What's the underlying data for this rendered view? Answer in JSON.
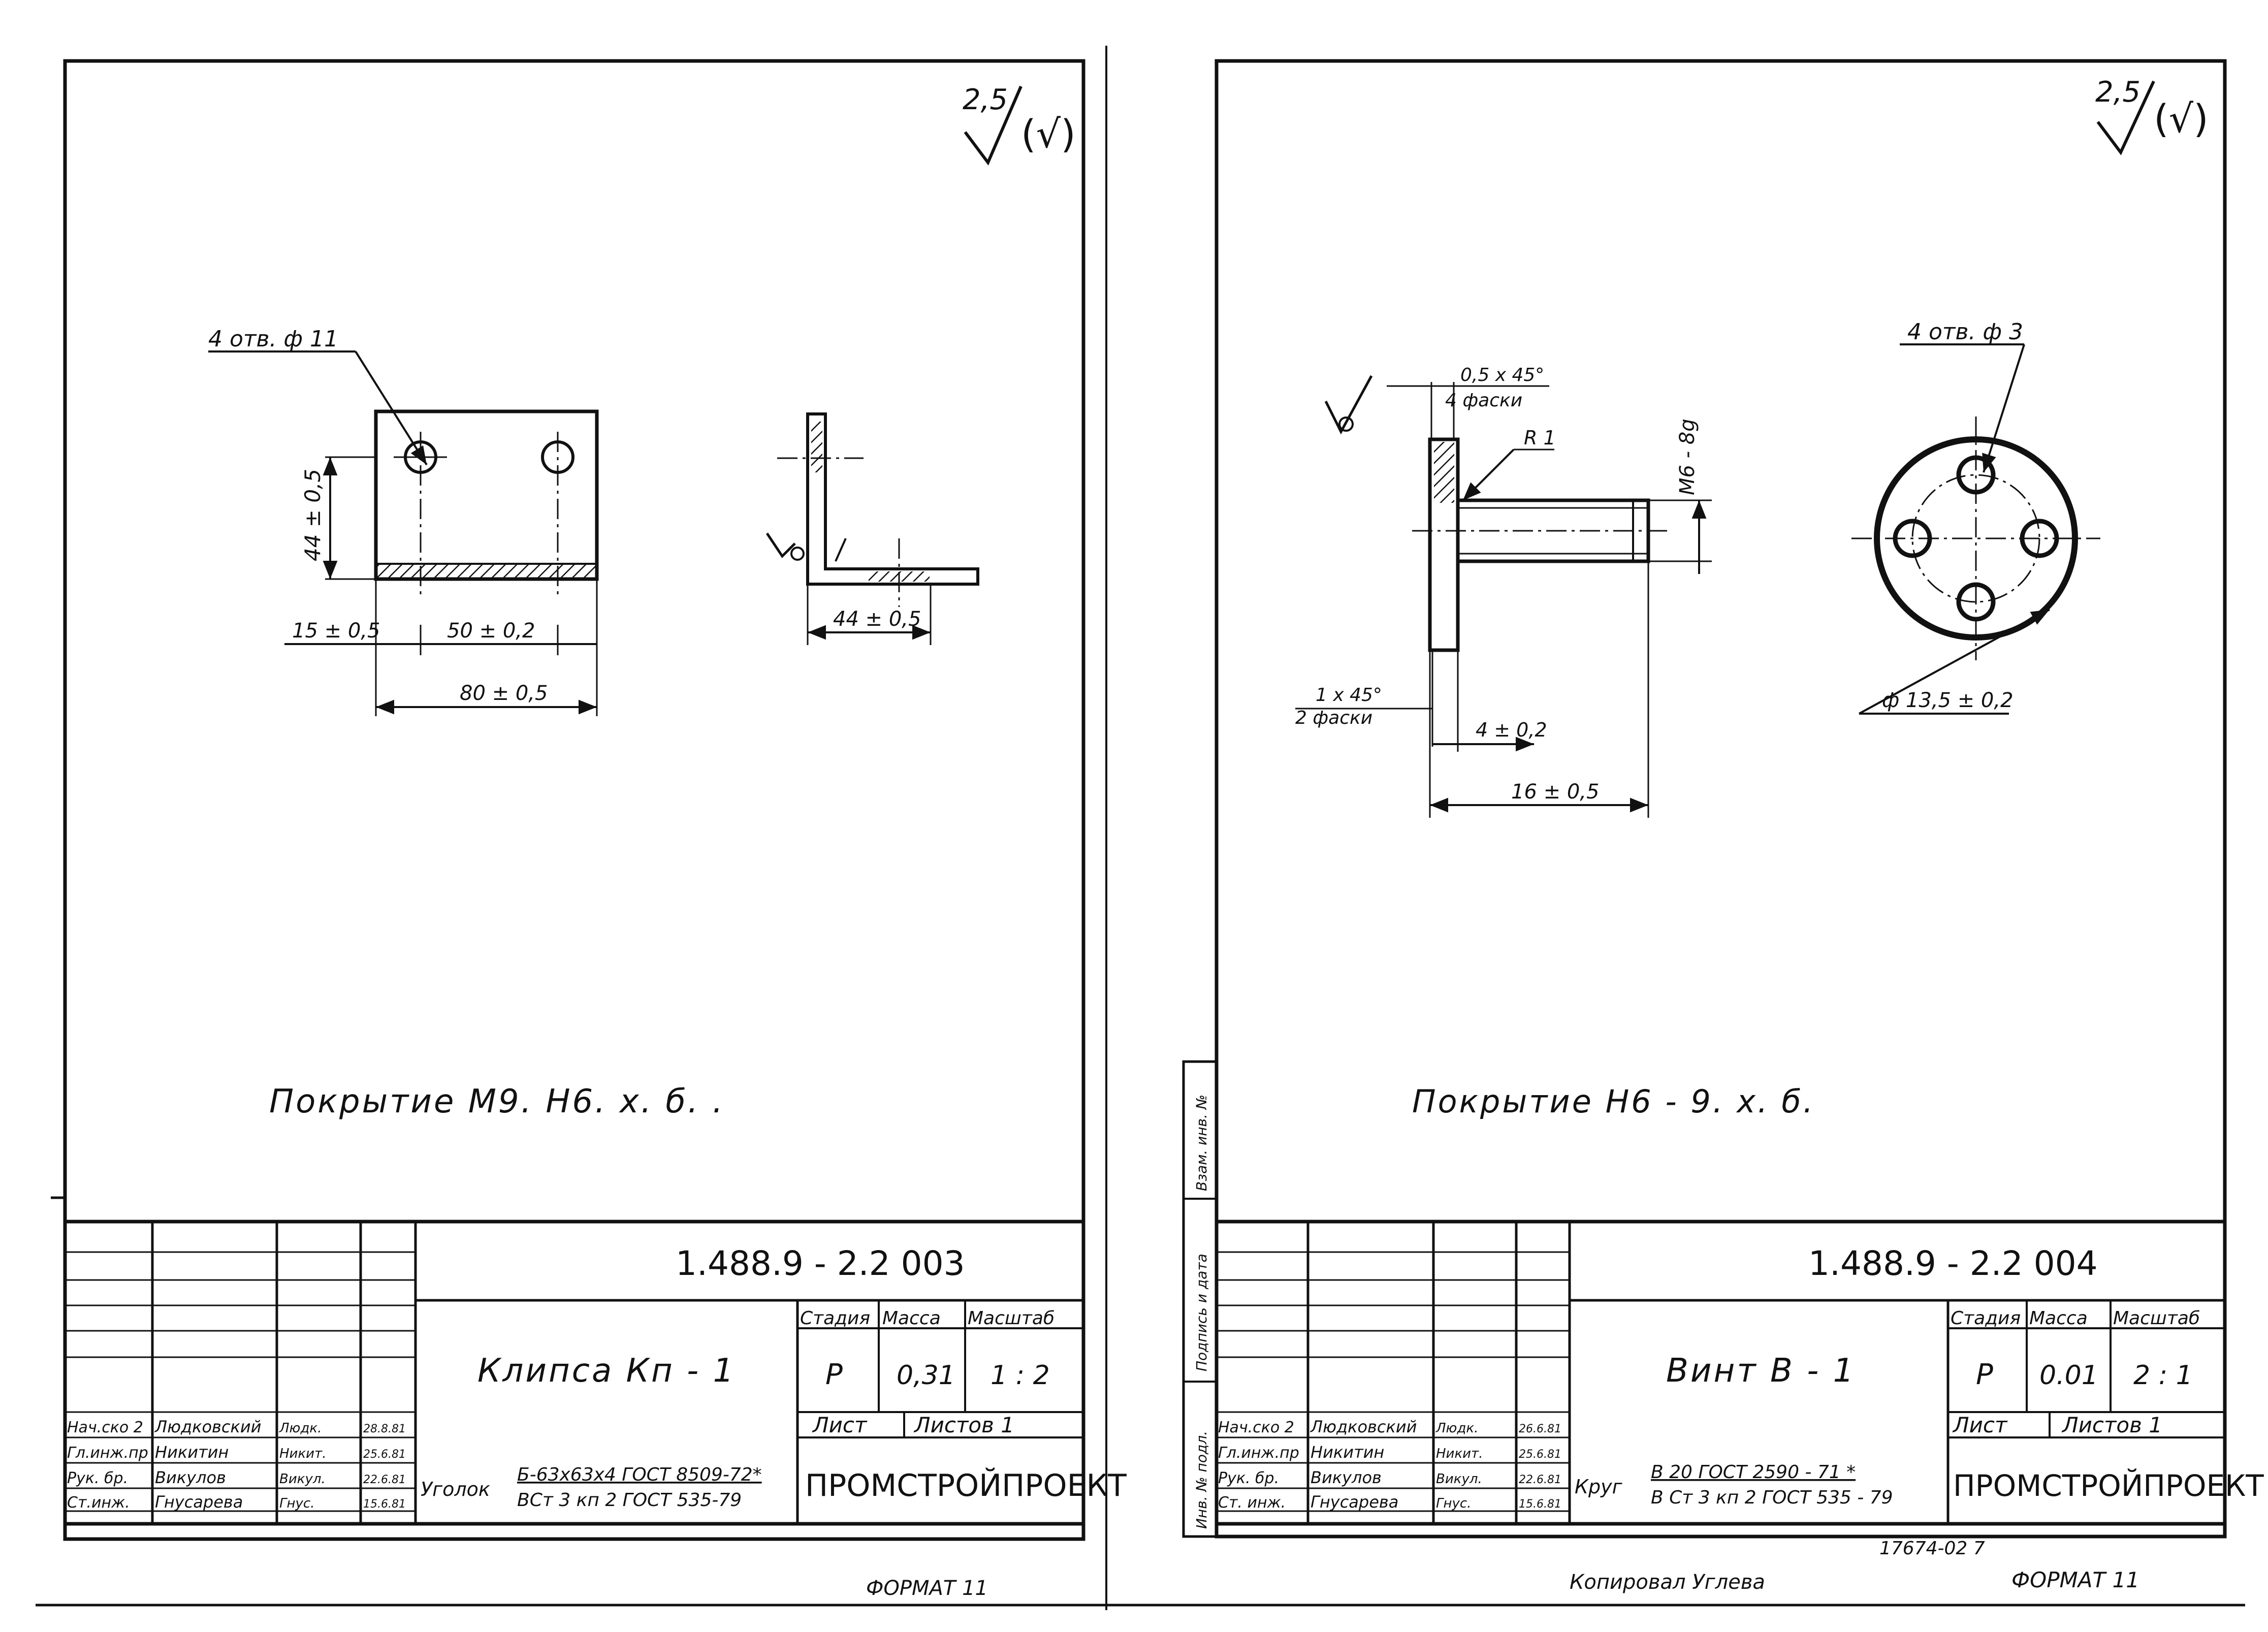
{
  "left_sheet": {
    "roughness": {
      "value": "2,5",
      "mark": "(√)"
    },
    "coating": "Покрытие  М9. Н6. х. б. .",
    "format": "ФОРМАТ 11",
    "drawing": {
      "holes_label": "4 отв. ф 11",
      "dim_height": "44 ± 0,5",
      "dim_left": "15 ± 0,5",
      "dim_spacing": "50 ± 0,2",
      "dim_width": "80 ± 0,5",
      "dim_angle": "44 ± 0,5"
    },
    "title_block": {
      "doc_number": "1.488.9 - 2.2 003",
      "name": "Клипса  Кп - 1",
      "stage_label": "Стадия",
      "stage": "Р",
      "mass_label": "Масса",
      "mass": "0,31",
      "scale_label": "Масштаб",
      "scale": "1 : 2",
      "sheet_label": "Лист",
      "sheets_label": "Листов 1",
      "material_prefix": "Уголок",
      "material_top": "Б-63х63х4 ГОСТ 8509-72*",
      "material_bottom": "ВСт 3 кп 2 ГОСТ 535-79",
      "org": "ПРОМСТРОЙПРОЕКТ",
      "signatures": [
        {
          "role": "Нач.ско 2",
          "name": "Людковский",
          "sign": "Людк.",
          "date": "28.8.81"
        },
        {
          "role": "Гл.инж.пр",
          "name": "Никитин",
          "sign": "Никит.",
          "date": "25.6.81"
        },
        {
          "role": "Рук. бр.",
          "name": "Викулов",
          "sign": "Викул.",
          "date": "22.6.81"
        },
        {
          "role": "Ст.инж.",
          "name": "Гнусарева",
          "sign": "Гнус.",
          "date": "15.6.81"
        }
      ]
    }
  },
  "right_sheet": {
    "roughness": {
      "value": "2,5",
      "mark": "(√)"
    },
    "coating": "Покрытие  Н6 - 9. х. б.",
    "format": "ФОРМАТ 11",
    "copied": "Копировал  Углева",
    "stamp": "17674-02   7",
    "side_stamps": [
      "Взам. инв. №",
      "Подпись и дата",
      "Инв. № подл."
    ],
    "drawing": {
      "chamfer_top": "0,5 х 45°",
      "chamfer_top_count": "4 фаски",
      "radius": "R 1",
      "thread": "М6 - 8g",
      "chamfer_bottom": "1 х 45°",
      "chamfer_bottom_count": "2 фаски",
      "dim_head": "4 ± 0,2",
      "dim_length": "16 ± 0,5",
      "holes_label": "4 отв. ф 3",
      "dim_diameter": "ф 13,5 ± 0,2"
    },
    "title_block": {
      "doc_number": "1.488.9 - 2.2 004",
      "name": "Винт  В - 1",
      "stage_label": "Стадия",
      "stage": "Р",
      "mass_label": "Масса",
      "mass": "0.01",
      "scale_label": "Масштаб",
      "scale": "2 : 1",
      "sheet_label": "Лист",
      "sheets_label": "Листов 1",
      "material_prefix": "Круг",
      "material_top": "В 20 ГОСТ 2590 - 71 *",
      "material_bottom": "В Ст 3 кп 2 ГОСТ 535 - 79",
      "org": "ПРОМСТРОЙПРОЕКТ",
      "signatures": [
        {
          "role": "Нач.ско 2",
          "name": "Людковский",
          "sign": "Людк.",
          "date": "26.6.81"
        },
        {
          "role": "Гл.инж.пр",
          "name": "Никитин",
          "sign": "Никит.",
          "date": "25.6.81"
        },
        {
          "role": "Рук. бр.",
          "name": "Викулов",
          "sign": "Викул.",
          "date": "22.6.81"
        },
        {
          "role": "Ст. инж.",
          "name": "Гнусарева",
          "sign": "Гнус.",
          "date": "15.6.81"
        }
      ]
    }
  }
}
